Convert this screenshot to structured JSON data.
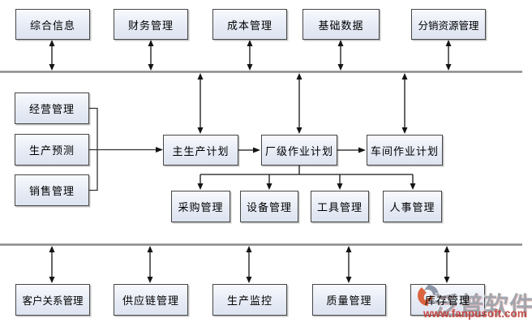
{
  "diagram": {
    "top_row": [
      {
        "label": "综合信息"
      },
      {
        "label": "财务管理"
      },
      {
        "label": "成本管理"
      },
      {
        "label": "基础数据"
      },
      {
        "label": "分销资源管理"
      }
    ],
    "input_column": [
      {
        "label": "经营管理"
      },
      {
        "label": "生产预测"
      },
      {
        "label": "销售管理"
      }
    ],
    "plan_row": [
      {
        "label": "主生产计划"
      },
      {
        "label": "厂级作业计划"
      },
      {
        "label": "车间作业计划"
      }
    ],
    "resource_row": [
      {
        "label": "采购管理"
      },
      {
        "label": "设备管理"
      },
      {
        "label": "工具管理"
      },
      {
        "label": "人事管理"
      }
    ],
    "bottom_row": [
      {
        "label": "客户关系管理"
      },
      {
        "label": "供应链管理"
      },
      {
        "label": "生产监控"
      },
      {
        "label": "质量管理"
      },
      {
        "label": "库存管理"
      }
    ]
  },
  "watermark": {
    "brand": "泛普软件",
    "url": "www.fanpusoft.com",
    "brand_color": "#98a0aa",
    "url_color": "#c33e37",
    "logo_gray": "#828b9c",
    "logo_orange": "#d9542b"
  },
  "colors": {
    "box_border": "#464646",
    "box_fill_top": "#f8fafd",
    "box_fill_bottom": "#dde3f0",
    "bus_line": "#8a8a8a",
    "connector": "#141414"
  }
}
